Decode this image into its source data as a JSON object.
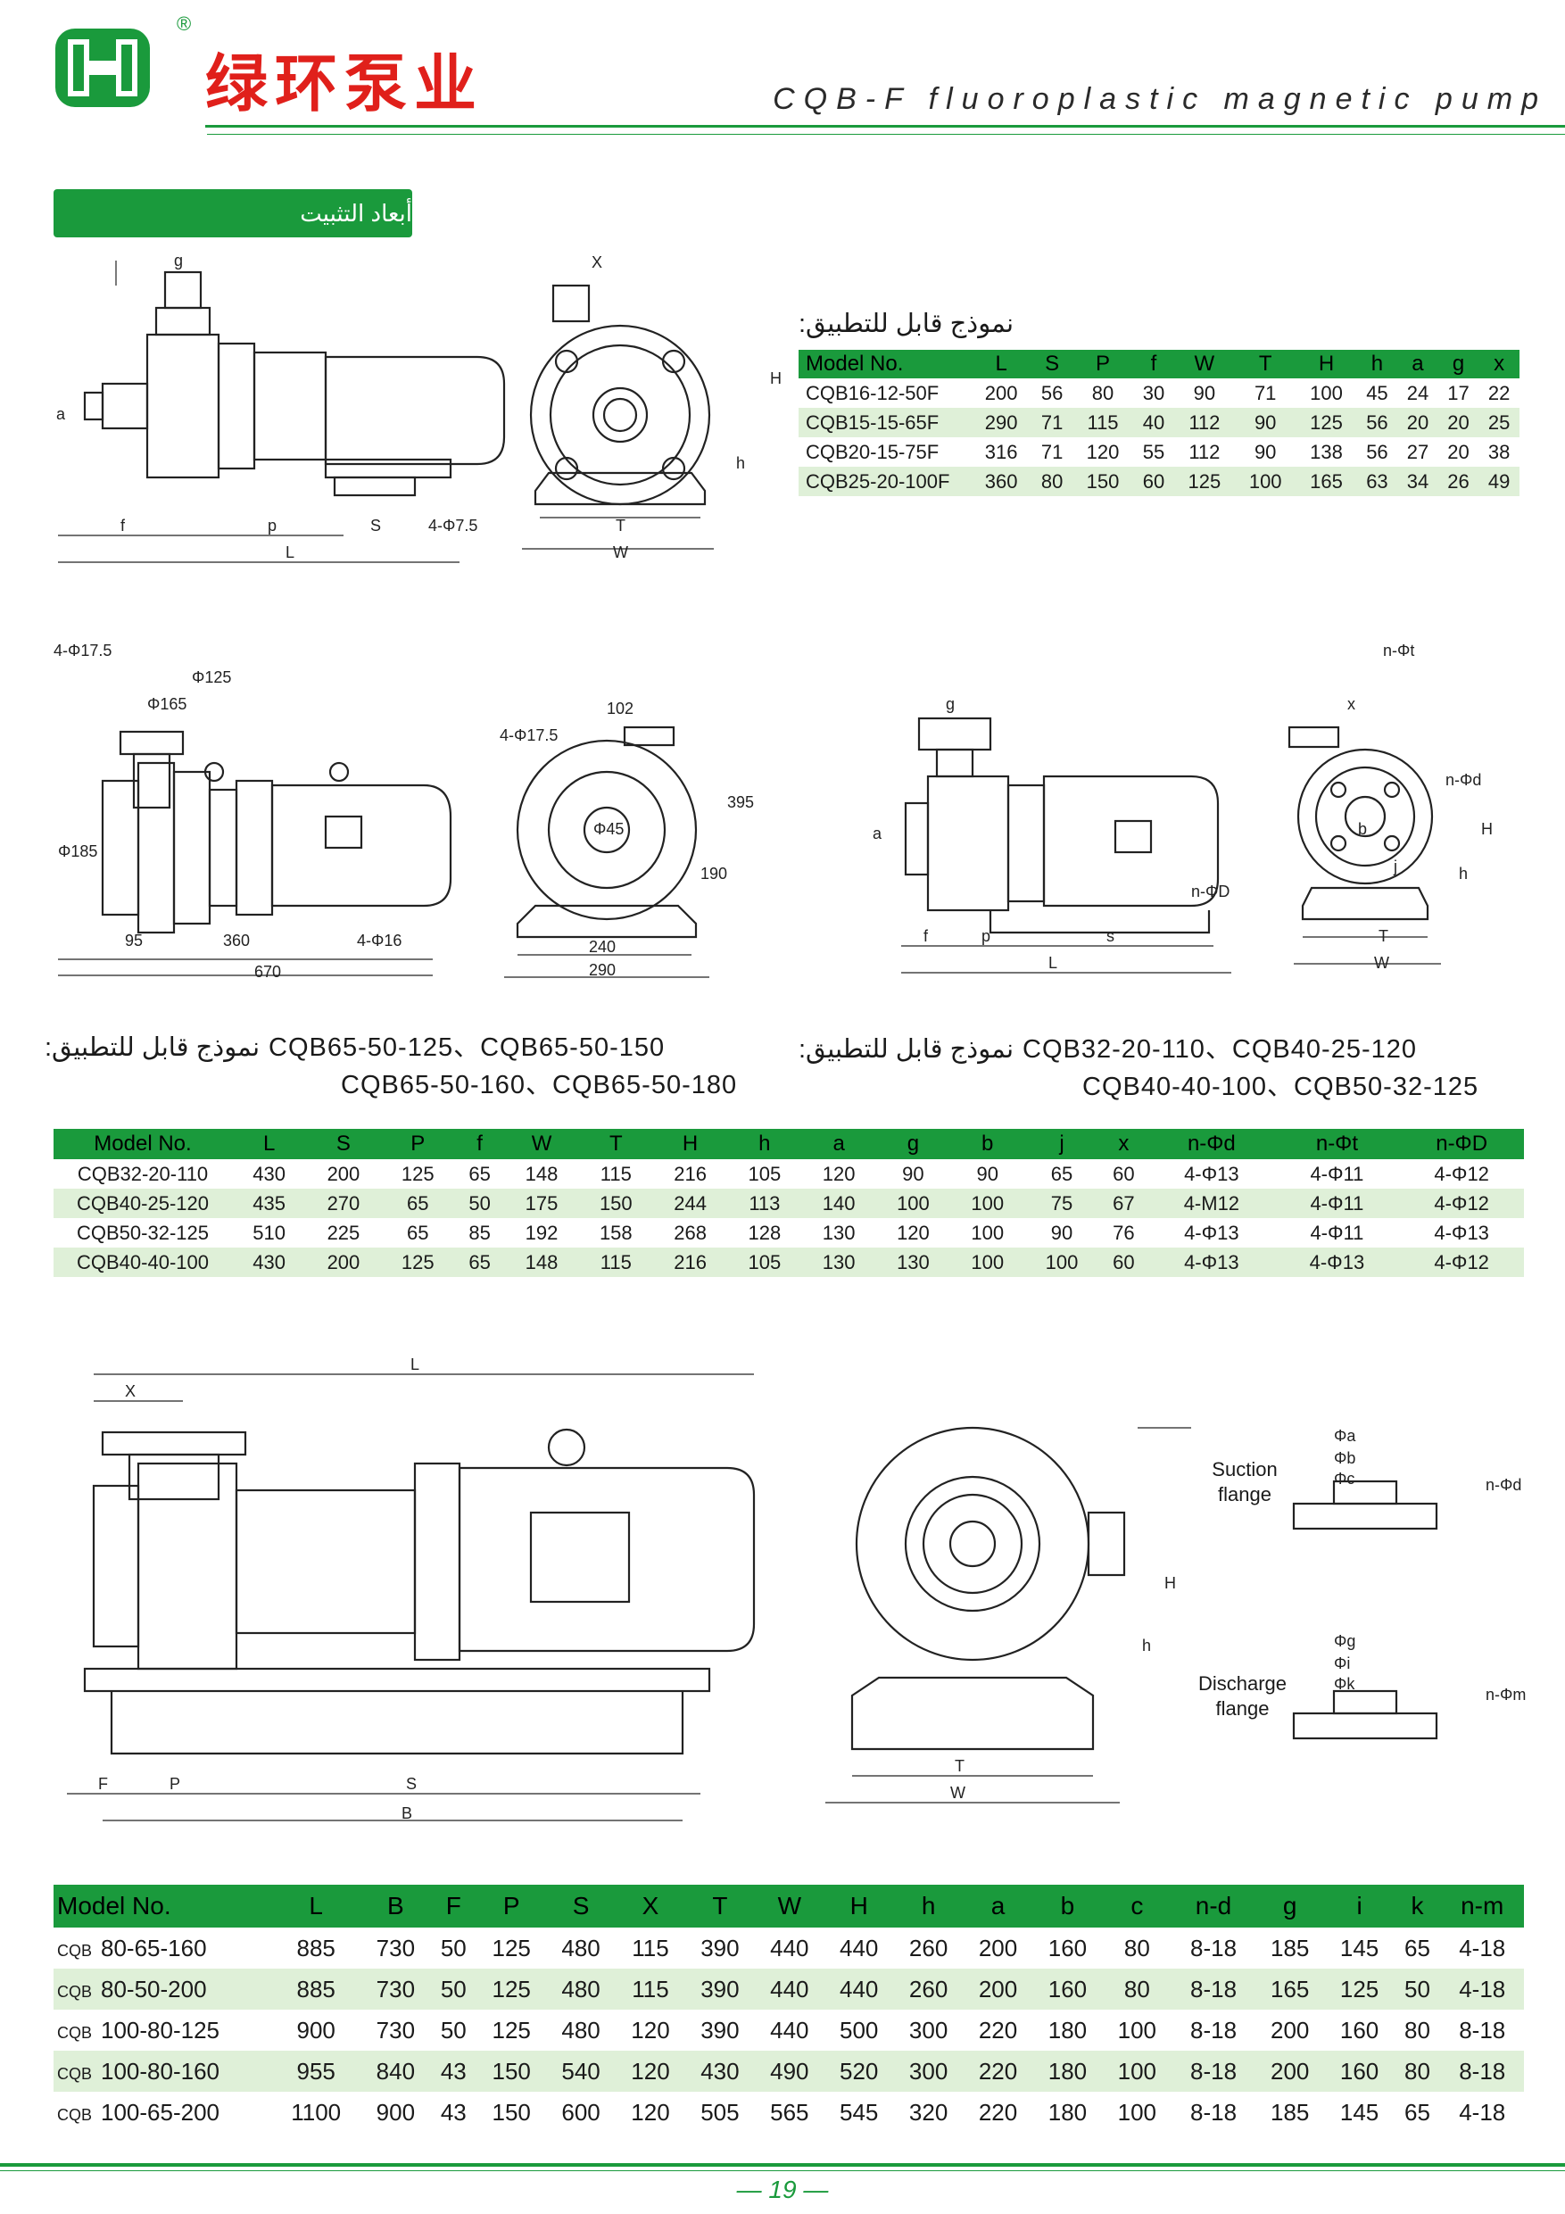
{
  "header": {
    "reg_mark": "®",
    "brand": "绿环泵业",
    "subtitle": "CQB-F fluoroplastic magnetic pump",
    "accent": "#1a9a3c",
    "brand_color": "#e0201b",
    "logo_icon": "green-h-logo-icon"
  },
  "section": {
    "title": "أبعاد التثبيت"
  },
  "table1": {
    "caption": "نموذج قابل للتطبيق:",
    "headers": [
      "Model No.",
      "L",
      "S",
      "P",
      "f",
      "W",
      "T",
      "H",
      "h",
      "a",
      "g",
      "x"
    ],
    "rows": [
      [
        "CQB16-12-50F",
        "200",
        "56",
        "80",
        "30",
        "90",
        "71",
        "100",
        "45",
        "24",
        "17",
        "22"
      ],
      [
        "CQB15-15-65F",
        "290",
        "71",
        "115",
        "40",
        "112",
        "90",
        "125",
        "56",
        "20",
        "20",
        "25"
      ],
      [
        "CQB20-15-75F",
        "316",
        "71",
        "120",
        "55",
        "112",
        "90",
        "138",
        "56",
        "27",
        "20",
        "38"
      ],
      [
        "CQB25-20-100F",
        "360",
        "80",
        "150",
        "60",
        "125",
        "100",
        "165",
        "63",
        "34",
        "26",
        "49"
      ]
    ]
  },
  "drawing1": {
    "g": "g",
    "a": "a",
    "f": "f",
    "p": "p",
    "s": "S",
    "bolt": "4-Φ7.5",
    "L": "L",
    "x": "X",
    "H": "H",
    "h": "h",
    "T": "T",
    "W": "W"
  },
  "drawing2": {
    "flange_holes": "4-Φ17.5",
    "pcd_small": "Φ125",
    "pcd": "Φ165",
    "dia185": "Φ185",
    "d95": "95",
    "d360": "360",
    "d670": "670",
    "bolt16": "4-Φ16",
    "flange_holes2": "4-Φ17.5",
    "d102": "102",
    "d45": "Φ45",
    "d395": "395",
    "d190": "190",
    "d240": "240",
    "d290": "290"
  },
  "drawing3": {
    "g": "g",
    "a": "a",
    "f": "f",
    "p": "p",
    "s": "s",
    "L": "L",
    "nD": "n-ΦD",
    "nt": "n-Φt",
    "x": "x",
    "nd": "n-Φd",
    "b": "b",
    "j": "j",
    "H": "H",
    "h": "h",
    "T": "T",
    "W": "W"
  },
  "captions": {
    "left_prefix": "نموذج قابل للتطبيق:",
    "left_line1": "CQB65-50-125、CQB65-50-150",
    "left_line2": "CQB65-50-160、CQB65-50-180",
    "right_prefix": "نموذج قابل للتطبيق:",
    "right_line1": "CQB32-20-110、CQB40-25-120",
    "right_line2": "CQB40-40-100、CQB50-32-125"
  },
  "table2": {
    "headers": [
      "Model No.",
      "L",
      "S",
      "P",
      "f",
      "W",
      "T",
      "H",
      "h",
      "a",
      "g",
      "b",
      "j",
      "x",
      "n-Φd",
      "n-Φt",
      "n-ΦD"
    ],
    "rows": [
      [
        "CQB32-20-110",
        "430",
        "200",
        "125",
        "65",
        "148",
        "115",
        "216",
        "105",
        "120",
        "90",
        "90",
        "65",
        "60",
        "4-Φ13",
        "4-Φ11",
        "4-Φ12"
      ],
      [
        "CQB40-25-120",
        "435",
        "270",
        "65",
        "50",
        "175",
        "150",
        "244",
        "113",
        "140",
        "100",
        "100",
        "75",
        "67",
        "4-M12",
        "4-Φ11",
        "4-Φ12"
      ],
      [
        "CQB50-32-125",
        "510",
        "225",
        "65",
        "85",
        "192",
        "158",
        "268",
        "128",
        "130",
        "120",
        "100",
        "90",
        "76",
        "4-Φ13",
        "4-Φ11",
        "4-Φ13"
      ],
      [
        "CQB40-40-100",
        "430",
        "200",
        "125",
        "65",
        "148",
        "115",
        "216",
        "105",
        "130",
        "130",
        "100",
        "100",
        "60",
        "4-Φ13",
        "4-Φ13",
        "4-Φ12"
      ]
    ]
  },
  "drawing4": {
    "L": "L",
    "X": "X",
    "F": "F",
    "P": "P",
    "S": "S",
    "B": "B",
    "H": "H",
    "h": "h",
    "T": "T",
    "W": "W",
    "suction_label_1": "Suction",
    "suction_label_2": "flange",
    "discharge_label_1": "Discharge",
    "discharge_label_2": "flange",
    "phi_a": "Φa",
    "phi_b": "Φb",
    "phi_c": "Φc",
    "n_d": "n-Φd",
    "phi_g": "Φg",
    "phi_i": "Φi",
    "phi_k": "Φk",
    "n_m": "n-Φm"
  },
  "table3": {
    "headers": [
      "Model No.",
      "L",
      "B",
      "F",
      "P",
      "S",
      "X",
      "T",
      "W",
      "H",
      "h",
      "a",
      "b",
      "c",
      "n-d",
      "g",
      "i",
      "k",
      "n-m"
    ],
    "rows": [
      {
        "prefix": "CQB",
        "model": "80-65-160",
        "vals": [
          "885",
          "730",
          "50",
          "125",
          "480",
          "115",
          "390",
          "440",
          "440",
          "260",
          "200",
          "160",
          "80",
          "8-18",
          "185",
          "145",
          "65",
          "4-18"
        ]
      },
      {
        "prefix": "CQB",
        "model": "80-50-200",
        "vals": [
          "885",
          "730",
          "50",
          "125",
          "480",
          "115",
          "390",
          "440",
          "440",
          "260",
          "200",
          "160",
          "80",
          "8-18",
          "165",
          "125",
          "50",
          "4-18"
        ]
      },
      {
        "prefix": "CQB",
        "model": "100-80-125",
        "vals": [
          "900",
          "730",
          "50",
          "125",
          "480",
          "120",
          "390",
          "440",
          "500",
          "300",
          "220",
          "180",
          "100",
          "8-18",
          "200",
          "160",
          "80",
          "8-18"
        ]
      },
      {
        "prefix": "CQB",
        "model": "100-80-160",
        "vals": [
          "955",
          "840",
          "43",
          "150",
          "540",
          "120",
          "430",
          "490",
          "520",
          "300",
          "220",
          "180",
          "100",
          "8-18",
          "200",
          "160",
          "80",
          "8-18"
        ]
      },
      {
        "prefix": "CQB",
        "model": "100-65-200",
        "vals": [
          "1100",
          "900",
          "43",
          "150",
          "600",
          "120",
          "505",
          "565",
          "545",
          "320",
          "220",
          "180",
          "100",
          "8-18",
          "185",
          "145",
          "65",
          "4-18"
        ]
      }
    ]
  },
  "footer": {
    "page": "— 19 —"
  }
}
